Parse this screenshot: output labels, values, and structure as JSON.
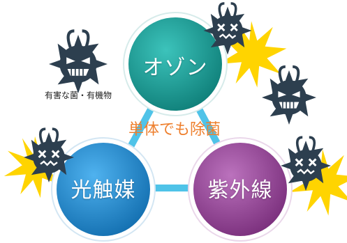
{
  "circles": {
    "ozone": "オゾン",
    "photocatalyst": "光触媒",
    "ultraviolet": "紫外線"
  },
  "center_text": "単体でも除菌",
  "germ_caption": "有害な菌・有機物",
  "colors": {
    "ozone": "#1aa39c",
    "photocatalyst": "#1f8fd6",
    "ultraviolet": "#9b4a9d",
    "connector": "#4fc3e8",
    "accent_text": "#ee7f2d",
    "germ": "#2d3f4f",
    "burst": "#ffd400"
  }
}
